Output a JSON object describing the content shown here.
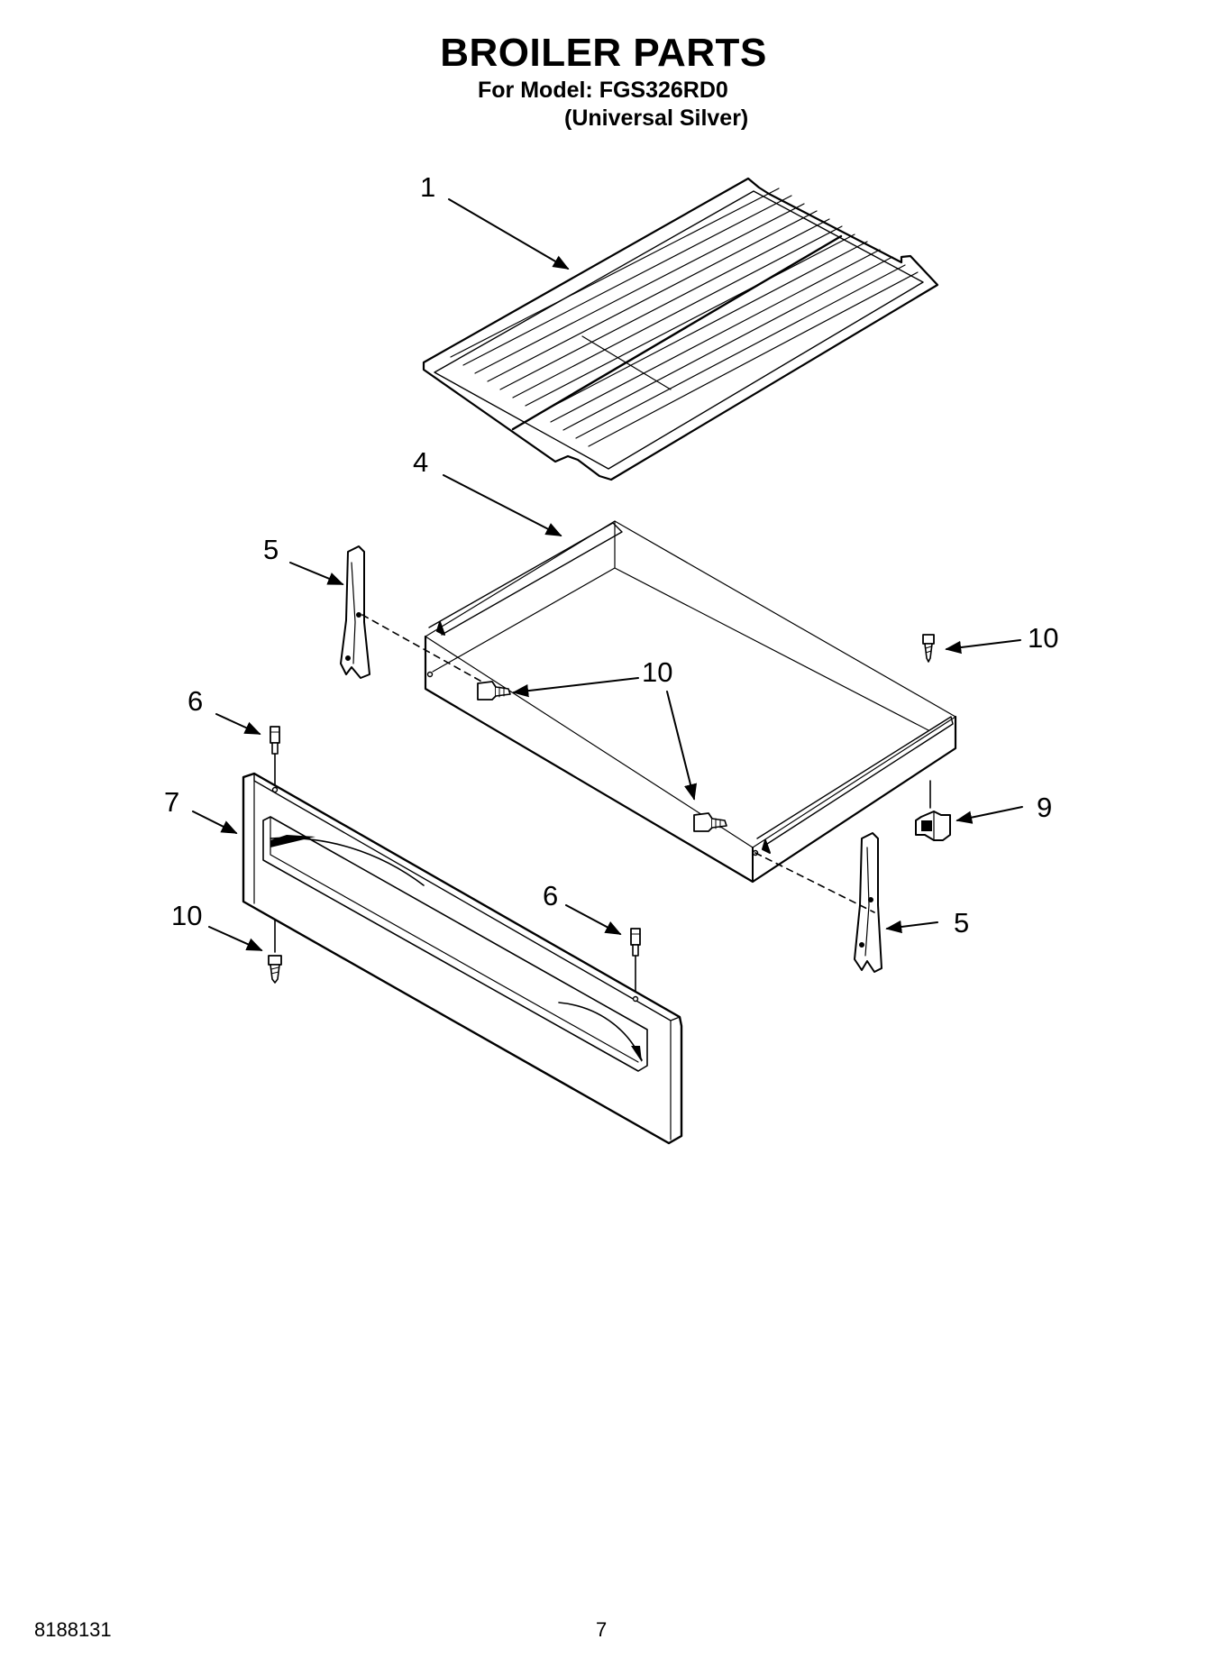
{
  "title": "BROILER PARTS",
  "model_line": "For Model: FGS326RD0",
  "variant_line": "(Universal Silver)",
  "callouts": {
    "c1": "1",
    "c4": "4",
    "c5_left": "5",
    "c5_right": "5",
    "c6_left": "6",
    "c6_mid": "6",
    "c7": "7",
    "c9": "9",
    "c10_top_right": "10",
    "c10_center": "10",
    "c10_bottom_left": "10"
  },
  "footer": {
    "part_number": "8188131",
    "page_number": "7"
  }
}
